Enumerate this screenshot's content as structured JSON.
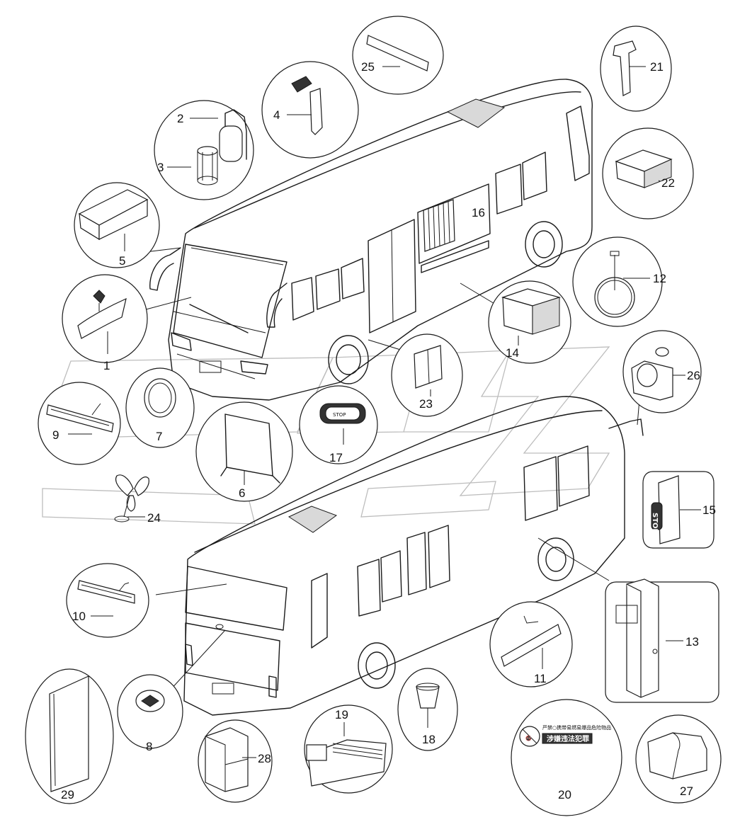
{
  "diagram": {
    "callouts": [
      {
        "id": "1",
        "label": "1"
      },
      {
        "id": "2",
        "label": "2"
      },
      {
        "id": "3",
        "label": "3"
      },
      {
        "id": "4",
        "label": "4"
      },
      {
        "id": "5",
        "label": "5"
      },
      {
        "id": "6",
        "label": "6"
      },
      {
        "id": "7",
        "label": "7"
      },
      {
        "id": "8",
        "label": "8"
      },
      {
        "id": "9",
        "label": "9"
      },
      {
        "id": "10",
        "label": "10"
      },
      {
        "id": "11",
        "label": "11"
      },
      {
        "id": "12",
        "label": "12"
      },
      {
        "id": "13",
        "label": "13"
      },
      {
        "id": "14",
        "label": "14"
      },
      {
        "id": "15",
        "label": "15"
      },
      {
        "id": "16",
        "label": "16"
      },
      {
        "id": "17",
        "label": "17"
      },
      {
        "id": "18",
        "label": "18"
      },
      {
        "id": "19",
        "label": "19"
      },
      {
        "id": "20",
        "label": "20"
      },
      {
        "id": "21",
        "label": "21"
      },
      {
        "id": "22",
        "label": "22"
      },
      {
        "id": "23",
        "label": "23"
      },
      {
        "id": "24",
        "label": "24"
      },
      {
        "id": "25",
        "label": "25"
      },
      {
        "id": "26",
        "label": "26"
      },
      {
        "id": "27",
        "label": "27"
      },
      {
        "id": "28",
        "label": "28"
      },
      {
        "id": "29",
        "label": "29"
      }
    ],
    "sign_20": {
      "top_text": "严禁○携带易燃易爆品危险物品",
      "bottom_text": "涉嫌违法犯罪",
      "icon": "no-smoking-icon"
    },
    "sticker_17": {
      "text": "STOP"
    },
    "sticker_15": {
      "text": "STOP"
    },
    "colors": {
      "line": "#1a1a1a",
      "watermark": "#bdbdbd",
      "background": "#ffffff"
    }
  }
}
